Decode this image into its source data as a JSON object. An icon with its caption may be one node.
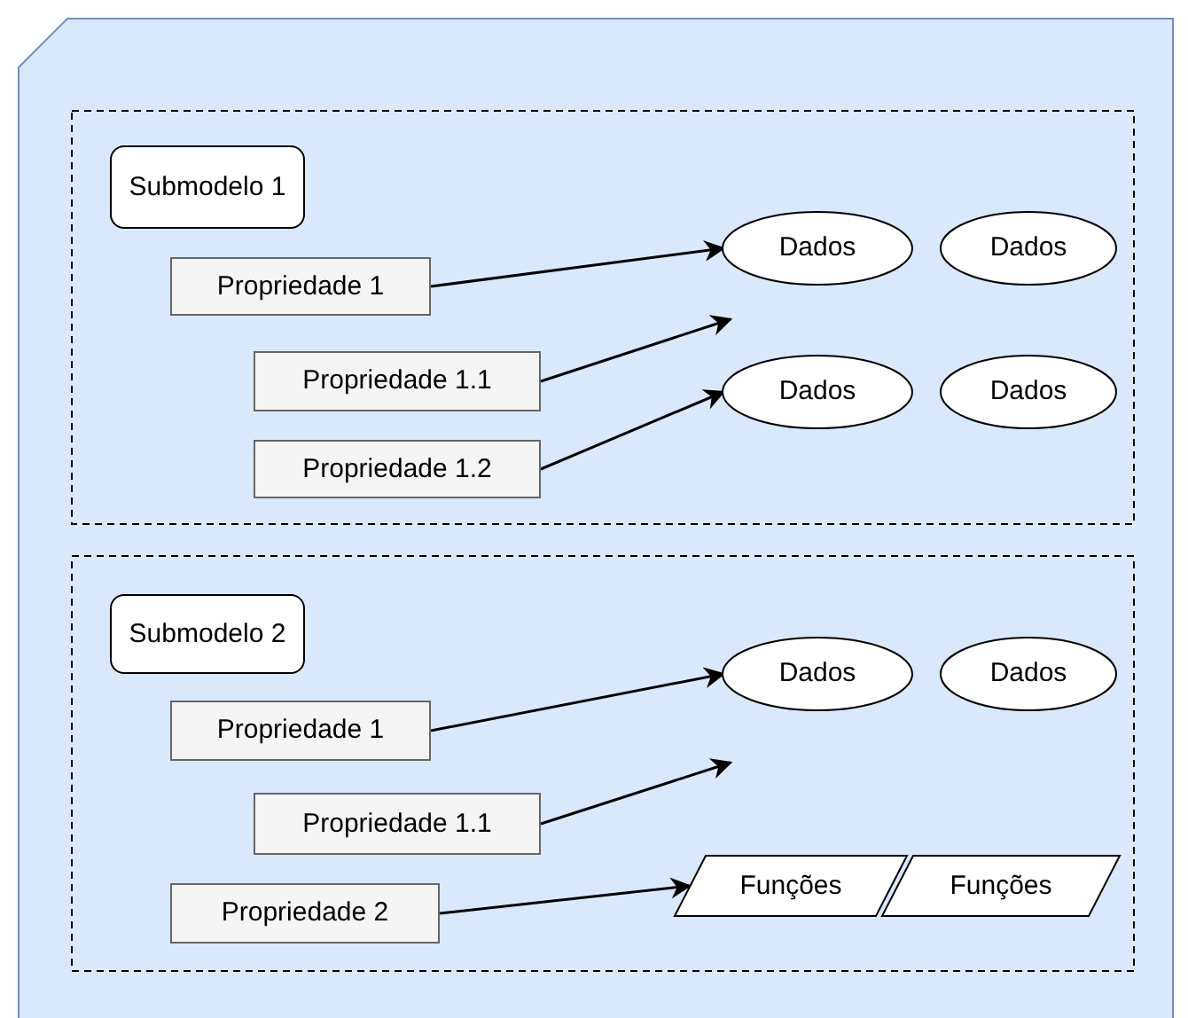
{
  "diagram": {
    "nodes": [
      {
        "text": [],
        "shape": "box"
      },
      {
        "text": [],
        "shape": "box",
        "in": 0
      },
      {
        "text": [
          "Submodelo 1"
        ],
        "in": 1
      },
      {
        "text": [
          "Propriedade 1"
        ],
        "in": 1
      },
      {
        "text": [
          "Propriedade 1.1"
        ],
        "in": 1
      },
      {
        "text": [
          "Propriedade 1.2"
        ],
        "in": 1
      },
      {
        "text": [
          "Dados"
        ],
        "in": 1
      },
      {
        "text": [
          "Dados"
        ],
        "in": 1
      },
      {
        "text": [
          "Dados"
        ],
        "in": 1
      },
      {
        "text": [
          "Dados"
        ],
        "in": 1
      },
      {
        "text": [],
        "shape": "box",
        "in": 0
      },
      {
        "text": [
          "Submodelo 2"
        ],
        "in": 10
      },
      {
        "text": [
          "Propriedade 1"
        ],
        "in": 10
      },
      {
        "text": [
          "Propriedade 1.1"
        ],
        "in": 10
      },
      {
        "text": [
          "Propriedade 2"
        ],
        "in": 10
      },
      {
        "text": [
          "Dados"
        ],
        "in": 10
      },
      {
        "text": [
          "Dados"
        ],
        "in": 10
      },
      {
        "text": [
          "Funções"
        ],
        "in": 10
      },
      {
        "text": [
          "Funções"
        ],
        "in": 10
      }
    ],
    "edges": [
      {
        "from": 3,
        "to": 6,
        "arrow": "to"
      },
      {
        "from": 4,
        "to": null,
        "arrow": "to"
      },
      {
        "from": 5,
        "to": 8,
        "arrow": "to"
      },
      {
        "from": 12,
        "to": 15,
        "arrow": "to"
      },
      {
        "from": 13,
        "to": null,
        "arrow": "to"
      },
      {
        "from": 14,
        "to": 17,
        "arrow": "to"
      }
    ]
  }
}
